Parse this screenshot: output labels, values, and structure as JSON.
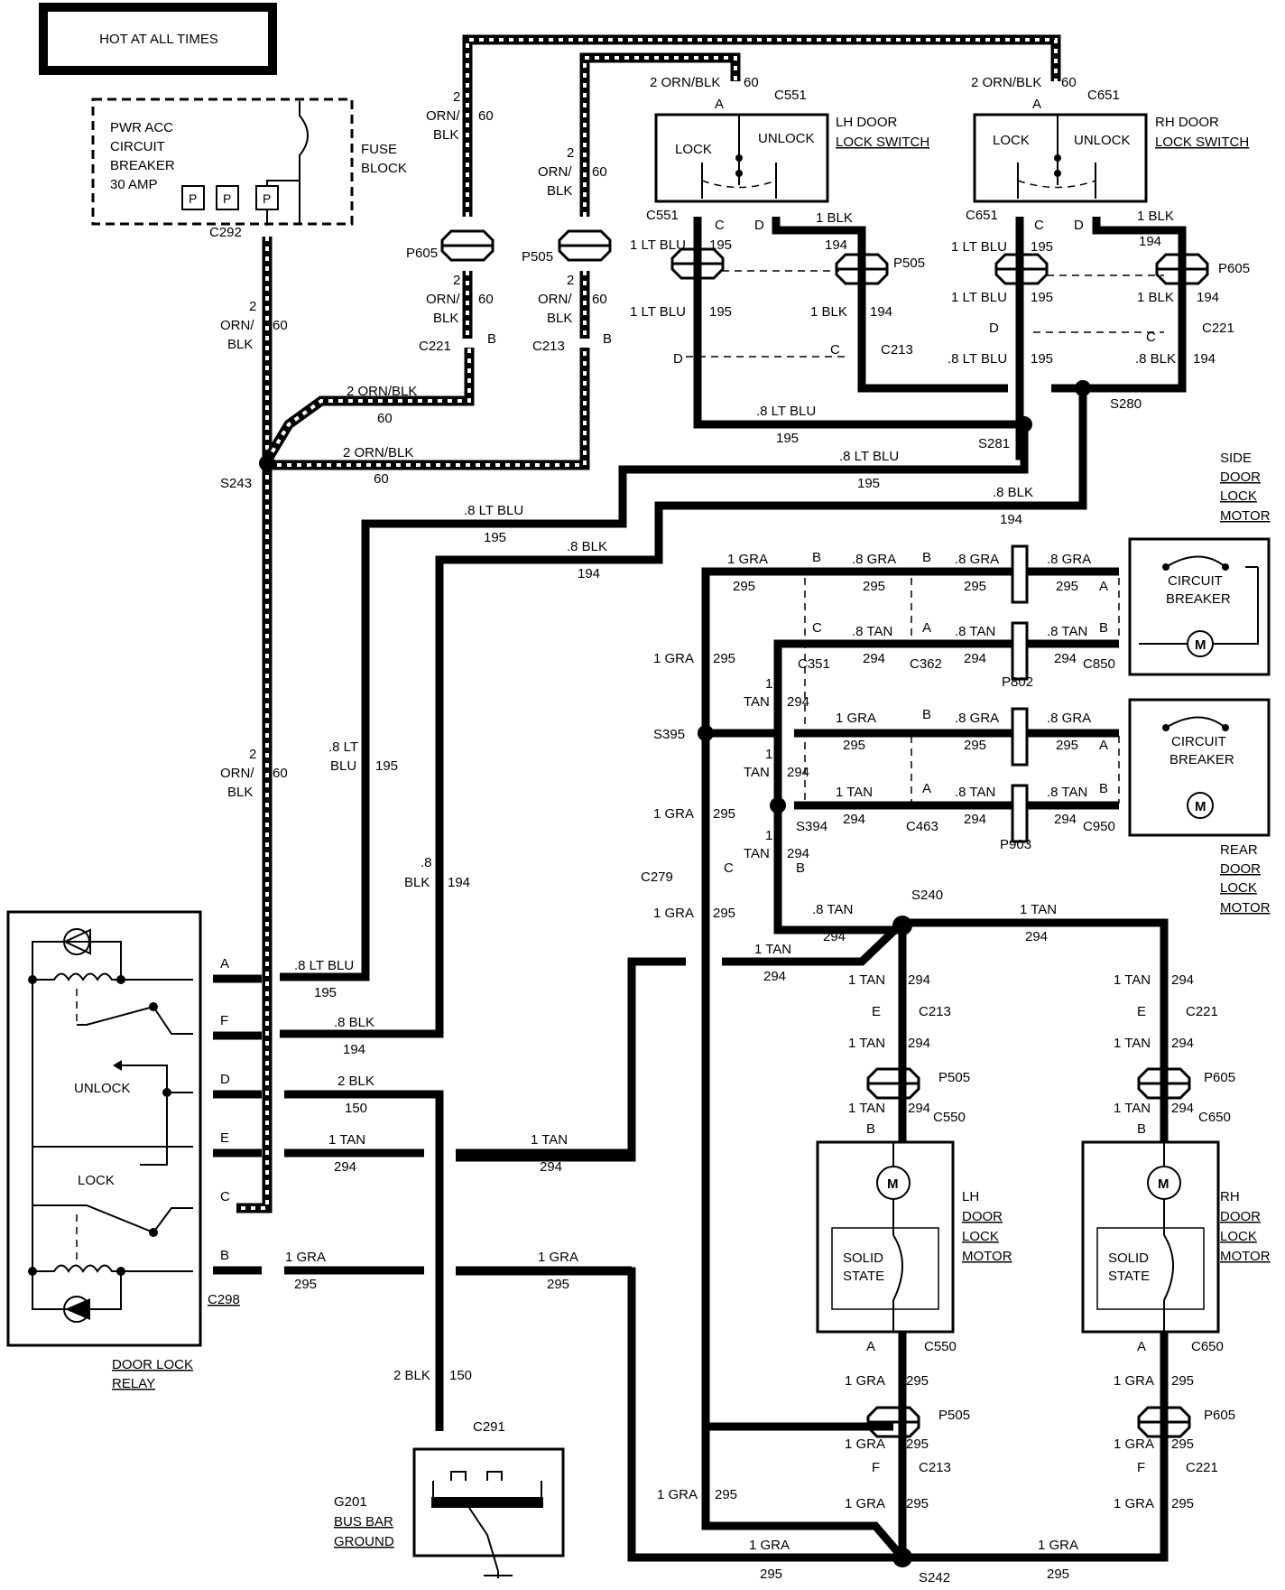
{
  "header": {
    "hot_label": "HOT AT ALL TIMES"
  },
  "fuse_block": {
    "breaker_lines": [
      "PWR ACC",
      "CIRCUIT",
      "BREAKER",
      "30 AMP"
    ],
    "fuse_label_lines": [
      "FUSE",
      "BLOCK"
    ],
    "p_terminal": "P",
    "connector": "C292"
  },
  "components": {
    "lh_switch": {
      "connector_top": "C551",
      "name_lines": [
        "LH DOOR",
        "LOCK SWITCH"
      ],
      "lock": "LOCK",
      "unlock": "UNLOCK",
      "pin_top": "A",
      "pin_c": "C",
      "pin_d": "D",
      "connector_bottom": "C551"
    },
    "rh_switch": {
      "connector_top": "C651",
      "name_lines": [
        "RH DOOR",
        "LOCK SWITCH"
      ],
      "lock": "LOCK",
      "unlock": "UNLOCK",
      "pin_top": "A",
      "pin_c": "C",
      "pin_d": "D",
      "connector_bottom": "C651"
    },
    "side_motor": {
      "name_lines": [
        "SIDE",
        "DOOR",
        "LOCK",
        "MOTOR"
      ],
      "breaker_lines": [
        "CIRCUIT",
        "BREAKER"
      ],
      "motor": "M",
      "connector": "C850"
    },
    "rear_motor": {
      "name_lines": [
        "REAR",
        "DOOR",
        "LOCK",
        "MOTOR"
      ],
      "breaker_lines": [
        "CIRCUIT",
        "BREAKER"
      ],
      "motor": "M",
      "connector": "C950"
    },
    "lh_motor": {
      "name_lines": [
        "LH",
        "DOOR",
        "LOCK",
        "MOTOR"
      ],
      "solid_lines": [
        "SOLID",
        "STATE"
      ],
      "motor": "M",
      "conn_top": "C550",
      "conn_bottom": "C550"
    },
    "rh_motor": {
      "name_lines": [
        "RH",
        "DOOR",
        "LOCK",
        "MOTOR"
      ],
      "solid_lines": [
        "SOLID",
        "STATE"
      ],
      "motor": "M",
      "conn_top": "C650",
      "conn_bottom": "C650"
    },
    "relay": {
      "name_lines": [
        "DOOR LOCK",
        "RELAY"
      ],
      "unlock": "UNLOCK",
      "lock": "LOCK",
      "connector": "C298"
    },
    "ground": {
      "connector": "C291",
      "name_lines": [
        "G201",
        "BUS BAR",
        "GROUND"
      ]
    }
  },
  "splices": [
    "S243",
    "S281",
    "S280",
    "S395",
    "S394",
    "S240",
    "S242"
  ],
  "connectors": [
    "P605",
    "P505",
    "C221",
    "C213",
    "C351",
    "C362",
    "P802",
    "C463",
    "P903",
    "C279"
  ],
  "pins": [
    "A",
    "B",
    "C",
    "D",
    "E",
    "F"
  ],
  "wire_labels": {
    "orn_blk_2": "2 ORN/BLK",
    "orn_2_lines": [
      "2",
      "ORN/",
      "BLK"
    ],
    "c60": "60",
    "lt_blu_8": ".8 LT BLU",
    "lt_blu_1": "1 LT BLU",
    "c195": "195",
    "blk_8": ".8 BLK",
    "blk_1": "1 BLK",
    "c194": "194",
    "gra_1": "1 GRA",
    "gra_8": ".8 GRA",
    "c295": "295",
    "tan_1": "1 TAN",
    "tan_8": ".8 TAN",
    "c294": "294",
    "blk_2": "2 BLK",
    "c150": "150",
    "lt_blu_vert": [
      ".8 LT",
      "BLU"
    ],
    "blk_vert": [
      ".8",
      "BLK"
    ],
    "tan_vert": [
      "1",
      "TAN"
    ]
  }
}
